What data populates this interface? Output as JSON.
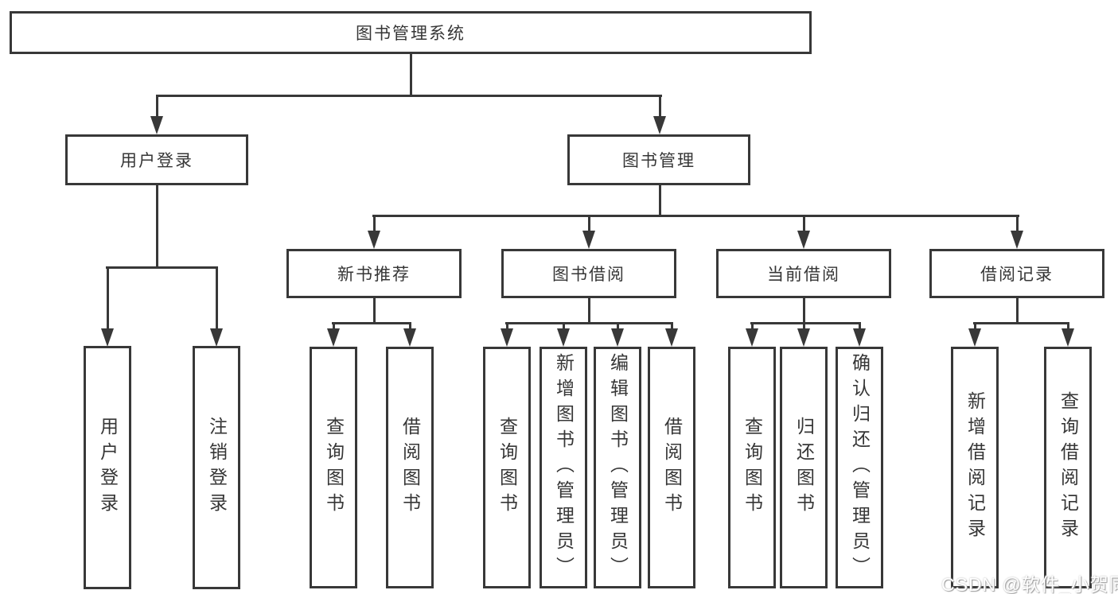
{
  "diagram": {
    "root": "图书管理系统",
    "level2": {
      "user_login": "用户登录",
      "book_mgmt": "图书管理"
    },
    "level3": {
      "new_books": "新书推荐",
      "borrowing": "图书借阅",
      "current": "当前借阅",
      "records": "借阅记录"
    },
    "leaves": {
      "user_login": [
        "用户登录",
        "注销登录"
      ],
      "new_books": [
        "查询图书",
        "借阅图书"
      ],
      "borrowing": [
        "查询图书",
        "新增图书（管理员）",
        "编辑图书（管理员）",
        "借阅图书"
      ],
      "current": [
        "查询图书",
        "归还图书",
        "确认归还（管理员）"
      ],
      "records": [
        "新增借阅记录",
        "查询借阅记录"
      ]
    },
    "colors": {
      "line": "#383838",
      "border": "#383838",
      "text": "#363636",
      "background": "#ffffff",
      "watermark_fill": "#ffffff",
      "watermark_shadow": "#9e9e9e"
    }
  },
  "watermark": "CSDN @软件_小贺同学"
}
